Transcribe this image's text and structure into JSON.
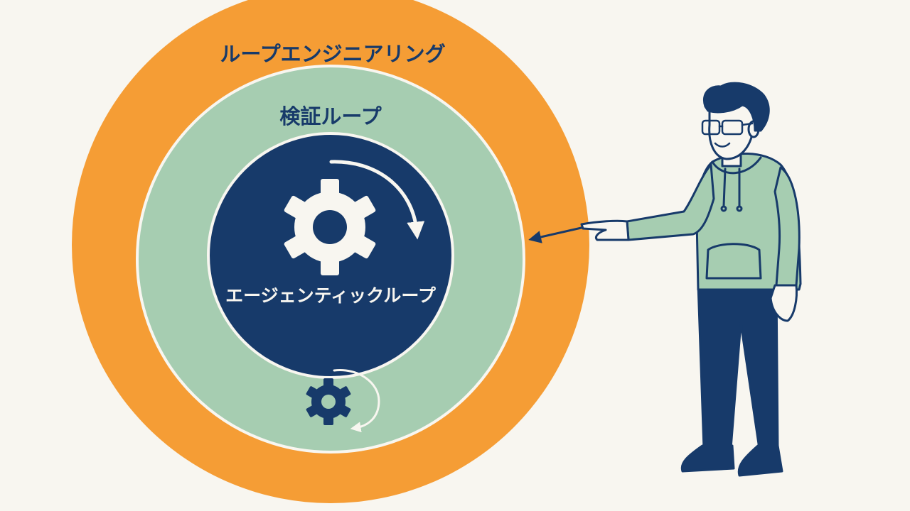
{
  "labels": {
    "outer": "ループエンジニアリング",
    "middle": "検証ループ",
    "inner": "エージェンティックループ"
  },
  "colors": {
    "background": "#f8f6f0",
    "outer_ring": "#f59d35",
    "middle_ring": "#a6cdb1",
    "inner_core": "#173a6a",
    "gear": "#f8f6f0",
    "hoodie": "#a6cdb1",
    "pants": "#173a6a",
    "outline": "#173a6a"
  },
  "icons": {
    "large_gear": "gear-icon",
    "small_gear": "gear-icon",
    "rotation": "curved-arrow-icon",
    "pointer": "arrow-icon"
  }
}
